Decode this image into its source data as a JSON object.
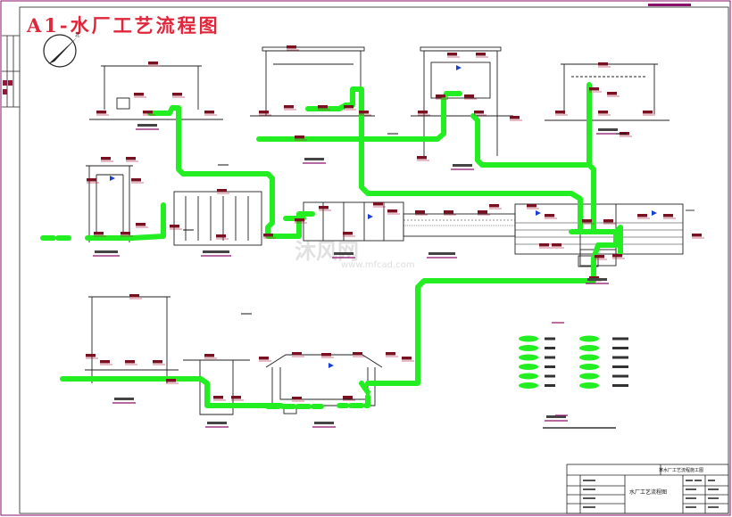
{
  "drawing": {
    "title": "A1-水厂工艺流程图",
    "watermark": "沐风网",
    "watermark_url": "www.mfcad.com",
    "title_block_title": "水厂工艺流程图",
    "title_block_top": "某水厂工艺流程施工图"
  },
  "colors": {
    "pipe": "#22ee22",
    "title": "#e0263a",
    "frame": "#8a0f6a",
    "tags": "#7a1020",
    "arrows": "#1a3fd6"
  },
  "icons": [
    "north-arrow-icon"
  ]
}
